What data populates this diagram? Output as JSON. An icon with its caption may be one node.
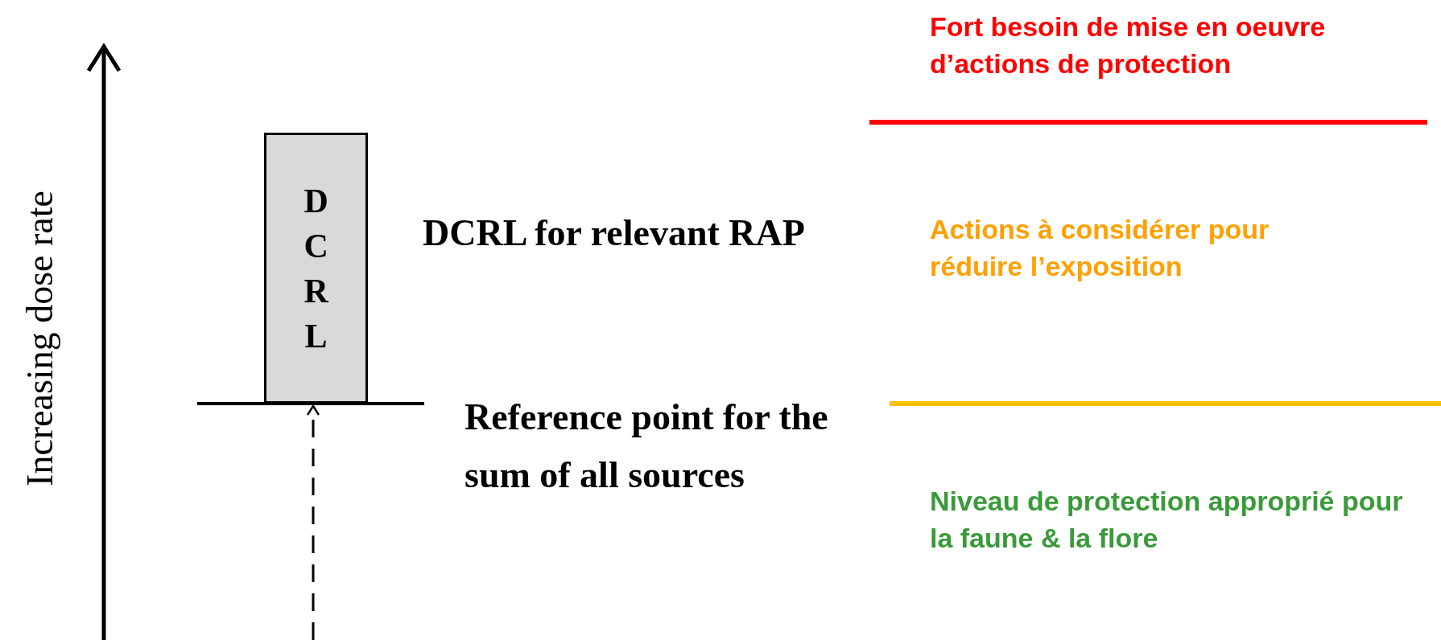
{
  "diagram": {
    "nodes": [
      {
        "text": [
          "D C R L"
        ],
        "beside": [
          "DCRL for relevant RAP"
        ]
      },
      {
        "text": [],
        "shape": "bar",
        "beside": [
          "Reference point for the sum of all sources"
        ]
      }
    ],
    "edges": [
      {
        "from": null,
        "to": 1,
        "arrow": "to",
        "style": "dashed"
      }
    ],
    "labels": [
      "Fort besoin de mise en oeuvre d’actions de protection",
      "Increasing dose rate",
      "Actions à considérer pour réduire l’exposition",
      "Niveau de protection approprié pour la faune & la flore"
    ]
  }
}
